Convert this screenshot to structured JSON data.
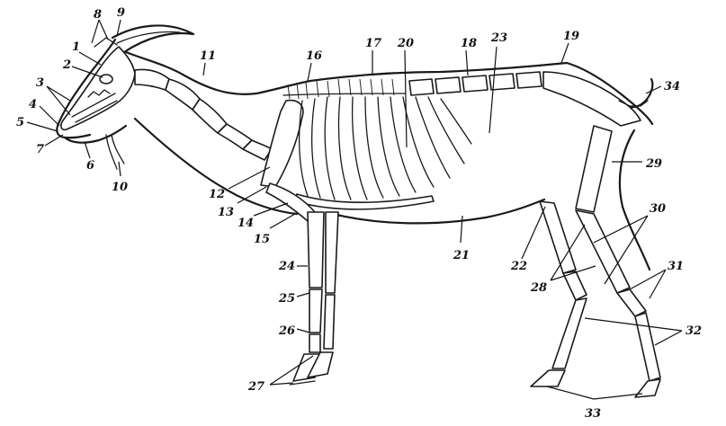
{
  "labels": [
    "1",
    "2",
    "3",
    "4",
    "5",
    "6",
    "7",
    "8",
    "9",
    "10",
    "11",
    "12",
    "13",
    "14",
    "15",
    "16",
    "17",
    "18",
    "19",
    "20",
    "21",
    "22",
    "23",
    "24",
    "25",
    "26",
    "27",
    "28",
    "29",
    "30",
    "31",
    "32",
    "33",
    "34"
  ]
}
